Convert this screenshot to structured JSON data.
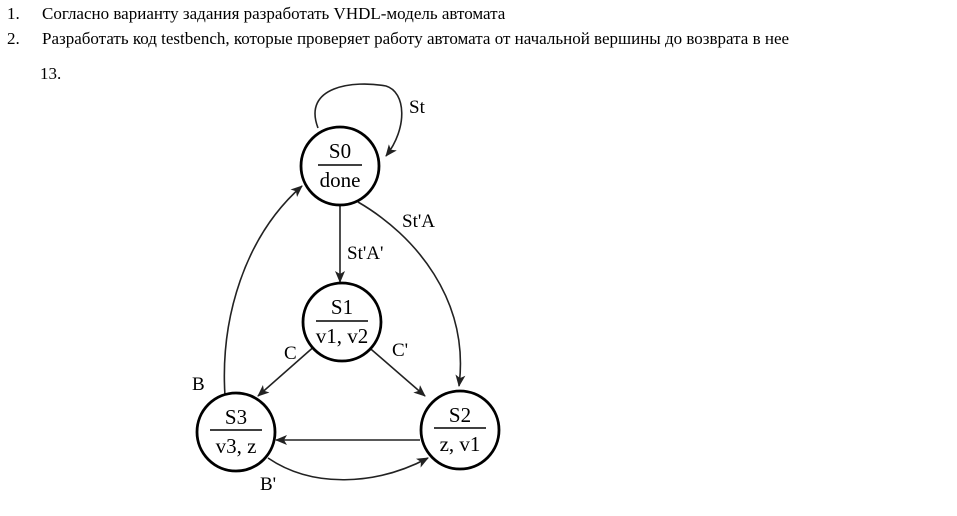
{
  "tasks": [
    {
      "num": "1.",
      "text": "Согласно варианту задания разработать VHDL-модель автомата"
    },
    {
      "num": "2.",
      "text": "Разработать код testbench, которые проверяет работу автомата от начальной вершины до возврата в нее"
    }
  ],
  "variant": "13.",
  "fsm": {
    "states": [
      {
        "id": "S0",
        "name": "S0",
        "output": "done"
      },
      {
        "id": "S1",
        "name": "S1",
        "output": "v1, v2"
      },
      {
        "id": "S2",
        "name": "S2",
        "output": "z, v1"
      },
      {
        "id": "S3",
        "name": "S3",
        "output": "v3, z"
      }
    ],
    "transitions": [
      {
        "from": "S0",
        "to": "S0",
        "label": "St"
      },
      {
        "from": "S0",
        "to": "S1",
        "label": "St'A'"
      },
      {
        "from": "S0",
        "to": "S2",
        "label": "St'A"
      },
      {
        "from": "S1",
        "to": "S3",
        "label": "C"
      },
      {
        "from": "S1",
        "to": "S2",
        "label": "C'"
      },
      {
        "from": "S2",
        "to": "S3",
        "label": ""
      },
      {
        "from": "S3",
        "to": "S2",
        "label": "B'"
      },
      {
        "from": "S3",
        "to": "S0",
        "label": "B"
      }
    ]
  }
}
